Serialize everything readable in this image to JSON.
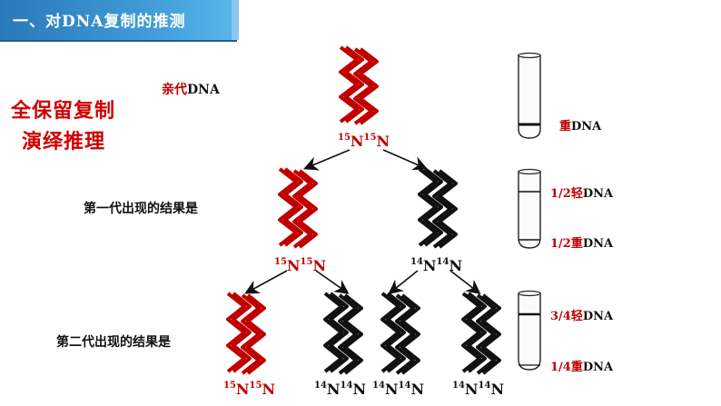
{
  "header": {
    "title": "一、对DNA复制的推测"
  },
  "method": {
    "line1": "全保留复制",
    "line2": "演绎推理"
  },
  "parent": {
    "label_prefix": "亲代",
    "label_suffix": "DNA",
    "isotope": "15N15N"
  },
  "generation1": {
    "label": "第一代出现的结果是",
    "left_isotope": "15N15N",
    "right_isotope": "14N14N"
  },
  "generation2": {
    "label": "第二代出现的结果是",
    "isotopes": [
      "15N15N",
      "14N14N",
      "14N14N",
      "14N14N"
    ]
  },
  "tubes": {
    "tube1": {
      "bands": [
        "重DNA"
      ]
    },
    "tube2": {
      "bands": [
        "1/2轻DNA",
        "1/2重DNA"
      ]
    },
    "tube3": {
      "bands": [
        "3/4轻DNA",
        "1/4重DNA"
      ]
    }
  },
  "colors": {
    "heavy": "#c00000",
    "light": "#111111",
    "header": "#2f86c6"
  }
}
